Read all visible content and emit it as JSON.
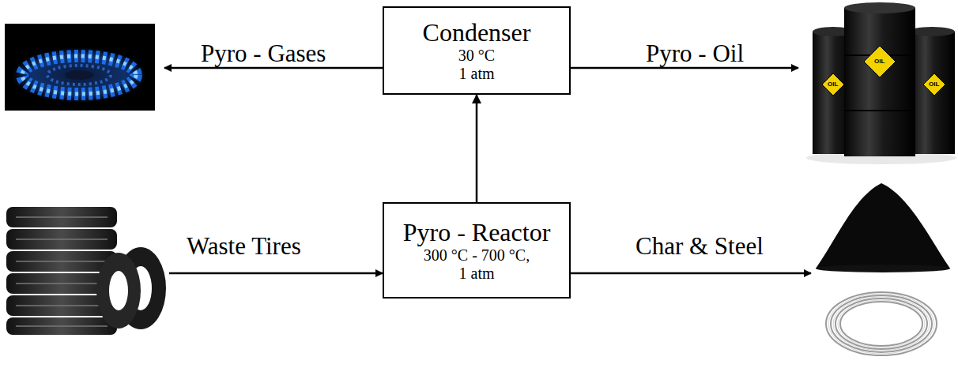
{
  "diagram": {
    "nodes": [
      {
        "text": [
          "Condenser",
          "30 °C",
          "1 atm"
        ]
      },
      {
        "text": [
          "Pyro - Reactor",
          "300 °C - 700 °C,",
          "1 atm"
        ]
      }
    ],
    "edges": [
      {
        "from": 1,
        "to": 0,
        "arrow": "to"
      }
    ],
    "labels": [
      "Pyro - Gases",
      "Pyro - Oil",
      "Waste Tires",
      "Char & Steel",
      "OIL",
      "OIL",
      "OIL"
    ]
  }
}
